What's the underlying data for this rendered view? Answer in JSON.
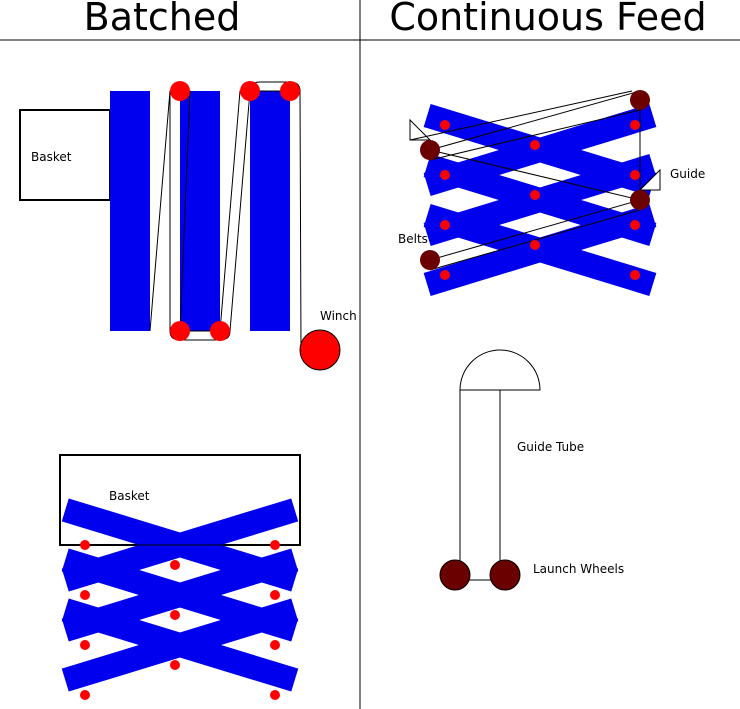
{
  "headings": {
    "batched": "Batched",
    "continuous": "Continuous Feed"
  },
  "labels": {
    "batched_top_basket": "Basket",
    "winch": "Winch",
    "batched_bottom_basket": "Basket",
    "guide": "Guide",
    "belts": "Belts",
    "guide_tube": "Guide Tube",
    "launch_wheels": "Launch Wheels"
  },
  "colors": {
    "belt_blue": "#0000ee",
    "roller_red": "#ff0000",
    "wheel_dark_red": "#6b0000",
    "line": "#000000"
  }
}
